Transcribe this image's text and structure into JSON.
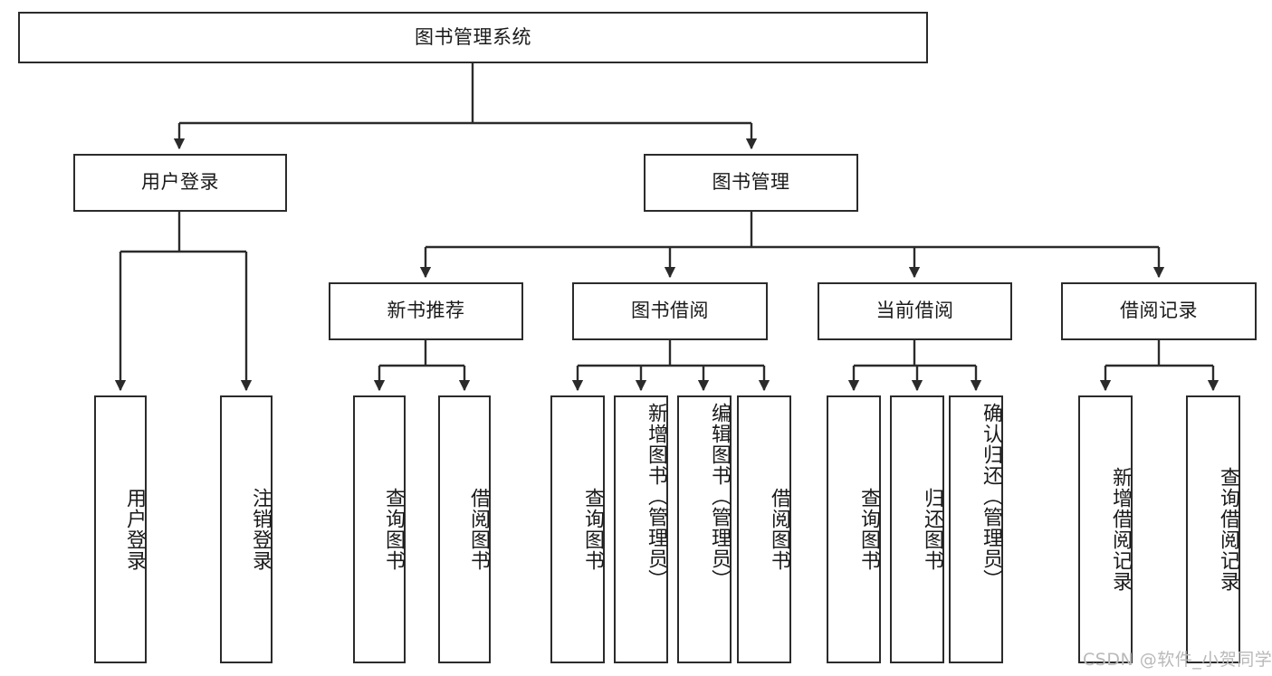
{
  "diagram": {
    "title": "图书管理系统",
    "type": "hierarchy-tree",
    "stroke_color": "#2b2b2b",
    "background_color": "#ffffff",
    "text_color": "#1a1a1a"
  },
  "root": {
    "label": "图书管理系统"
  },
  "level2": [
    {
      "label": "用户登录"
    },
    {
      "label": "图书管理"
    }
  ],
  "level3": [
    {
      "label": "新书推荐"
    },
    {
      "label": "图书借阅"
    },
    {
      "label": "当前借阅"
    },
    {
      "label": "借阅记录"
    }
  ],
  "leaves": {
    "user_login": [
      {
        "label": "用户登录"
      },
      {
        "label": "注销登录"
      }
    ],
    "new_book_recommend": [
      {
        "label": "查询图书"
      },
      {
        "label": "借阅图书"
      }
    ],
    "book_borrow": [
      {
        "label": "查询图书"
      },
      {
        "label": "新增图书（管理员）"
      },
      {
        "label": "编辑图书（管理员）"
      },
      {
        "label": "借阅图书"
      }
    ],
    "current_borrow": [
      {
        "label": "查询图书"
      },
      {
        "label": "归还图书"
      },
      {
        "label": "确认归还（管理员）"
      }
    ],
    "borrow_record": [
      {
        "label": "新增借阅记录"
      },
      {
        "label": "查询借阅记录"
      }
    ]
  },
  "watermark": {
    "text": "CSDN @软件_小贺同学"
  }
}
